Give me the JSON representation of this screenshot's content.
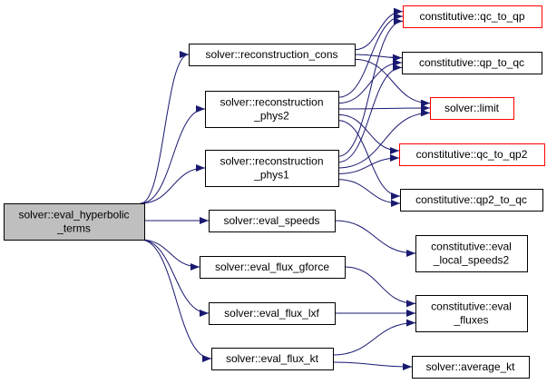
{
  "colors": {
    "edge": "#191970",
    "border_default": "#000000",
    "border_truncated": "#ff0000",
    "root_fill": "#bfbfbf",
    "node_fill": "#ffffff",
    "text": "#000000"
  },
  "nodes": [
    {
      "id": "root",
      "lines": [
        "solver::eval_hyperbolic",
        "_terms"
      ],
      "style": "root"
    },
    {
      "id": "recon_cons",
      "lines": [
        "solver::reconstruction_cons"
      ],
      "style": "default"
    },
    {
      "id": "recon_phys2",
      "lines": [
        "solver::reconstruction",
        "_phys2"
      ],
      "style": "default"
    },
    {
      "id": "recon_phys1",
      "lines": [
        "solver::reconstruction",
        "_phys1"
      ],
      "style": "default"
    },
    {
      "id": "eval_speeds",
      "lines": [
        "solver::eval_speeds"
      ],
      "style": "default"
    },
    {
      "id": "eval_flux_gforce",
      "lines": [
        "solver::eval_flux_gforce"
      ],
      "style": "default"
    },
    {
      "id": "eval_flux_lxf",
      "lines": [
        "solver::eval_flux_lxf"
      ],
      "style": "default"
    },
    {
      "id": "eval_flux_kt",
      "lines": [
        "solver::eval_flux_kt"
      ],
      "style": "default"
    },
    {
      "id": "qc_to_qp",
      "lines": [
        "constitutive::qc_to_qp"
      ],
      "style": "truncated"
    },
    {
      "id": "qp_to_qc",
      "lines": [
        "constitutive::qp_to_qc"
      ],
      "style": "default"
    },
    {
      "id": "limit",
      "lines": [
        "solver::limit"
      ],
      "style": "truncated"
    },
    {
      "id": "qc_to_qp2",
      "lines": [
        "constitutive::qc_to_qp2"
      ],
      "style": "truncated"
    },
    {
      "id": "qp2_to_qc",
      "lines": [
        "constitutive::qp2_to_qc"
      ],
      "style": "default"
    },
    {
      "id": "eval_local_speeds2",
      "lines": [
        "constitutive::eval",
        "_local_speeds2"
      ],
      "style": "default"
    },
    {
      "id": "eval_fluxes",
      "lines": [
        "constitutive::eval",
        "_fluxes"
      ],
      "style": "default"
    },
    {
      "id": "average_kt",
      "lines": [
        "solver::average_kt"
      ],
      "style": "default"
    }
  ],
  "edges": [
    {
      "from": "root",
      "to": "recon_cons"
    },
    {
      "from": "root",
      "to": "recon_phys2"
    },
    {
      "from": "root",
      "to": "recon_phys1"
    },
    {
      "from": "root",
      "to": "eval_speeds"
    },
    {
      "from": "root",
      "to": "eval_flux_gforce"
    },
    {
      "from": "root",
      "to": "eval_flux_lxf"
    },
    {
      "from": "root",
      "to": "eval_flux_kt"
    },
    {
      "from": "recon_cons",
      "to": "qc_to_qp"
    },
    {
      "from": "recon_cons",
      "to": "qp_to_qc"
    },
    {
      "from": "recon_cons",
      "to": "limit"
    },
    {
      "from": "recon_phys2",
      "to": "qc_to_qp"
    },
    {
      "from": "recon_phys2",
      "to": "qp_to_qc"
    },
    {
      "from": "recon_phys2",
      "to": "limit"
    },
    {
      "from": "recon_phys2",
      "to": "qc_to_qp2"
    },
    {
      "from": "recon_phys2",
      "to": "qp2_to_qc"
    },
    {
      "from": "recon_phys1",
      "to": "qc_to_qp"
    },
    {
      "from": "recon_phys1",
      "to": "qp_to_qc"
    },
    {
      "from": "recon_phys1",
      "to": "limit"
    },
    {
      "from": "recon_phys1",
      "to": "qc_to_qp2"
    },
    {
      "from": "recon_phys1",
      "to": "qp2_to_qc"
    },
    {
      "from": "eval_speeds",
      "to": "eval_local_speeds2"
    },
    {
      "from": "eval_flux_gforce",
      "to": "eval_fluxes"
    },
    {
      "from": "eval_flux_lxf",
      "to": "eval_fluxes"
    },
    {
      "from": "eval_flux_kt",
      "to": "eval_fluxes"
    },
    {
      "from": "eval_flux_kt",
      "to": "average_kt"
    }
  ]
}
